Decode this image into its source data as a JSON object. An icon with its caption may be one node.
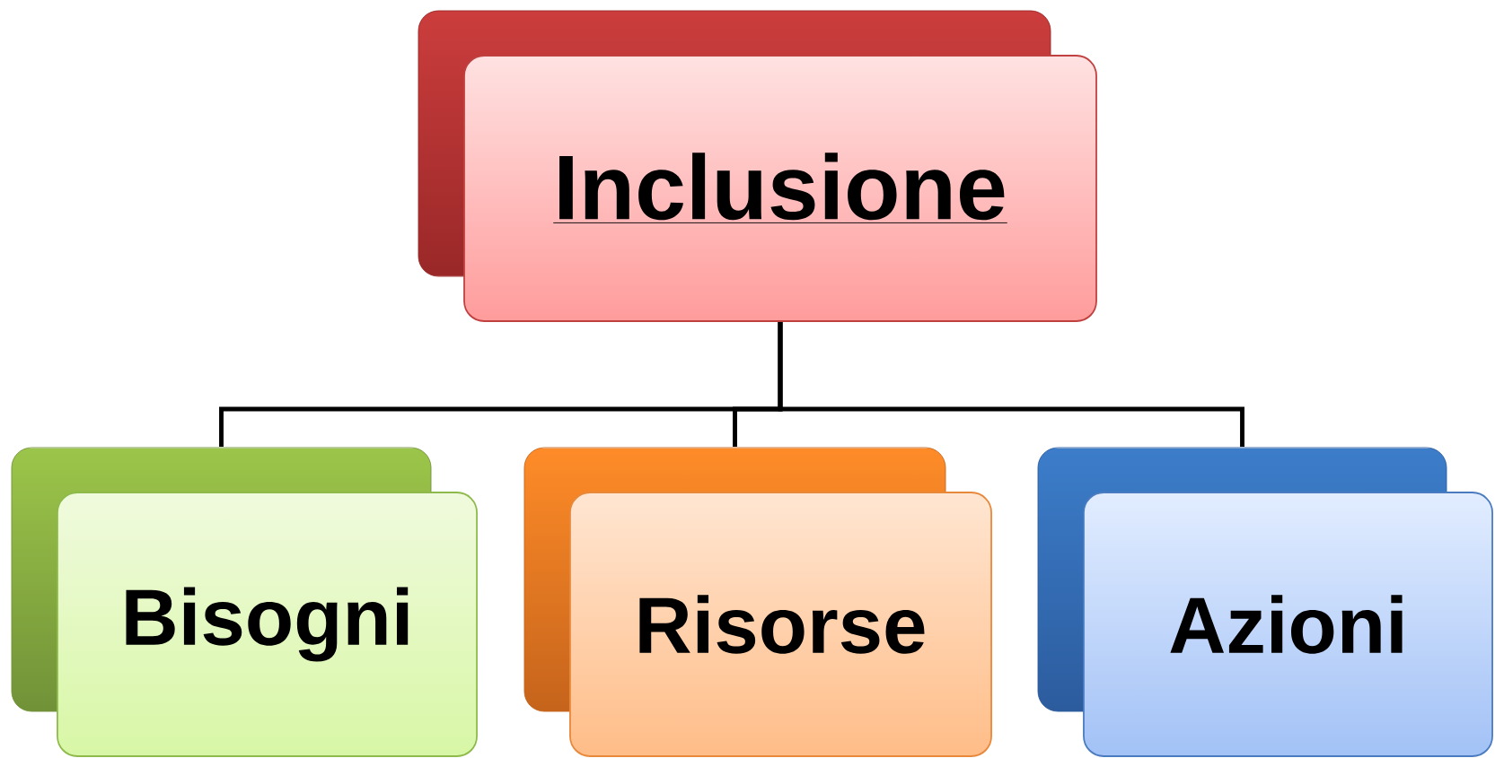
{
  "diagram": {
    "nodes": [
      {
        "text": [
          "Inclusione"
        ]
      },
      {
        "text": [
          "Bisogni"
        ]
      },
      {
        "text": [
          "Risorse"
        ]
      },
      {
        "text": [
          "Azioni"
        ]
      }
    ],
    "edges": [
      {
        "from": 0,
        "to": 1,
        "arrow": "none"
      },
      {
        "from": 0,
        "to": 2,
        "arrow": "none"
      },
      {
        "from": 0,
        "to": 3,
        "arrow": "none"
      }
    ]
  }
}
